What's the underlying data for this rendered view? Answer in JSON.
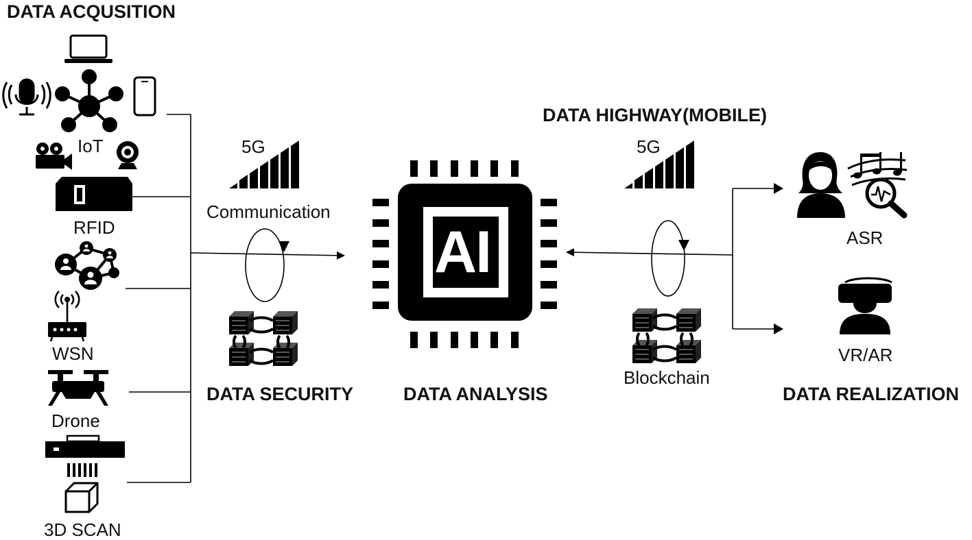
{
  "sections": {
    "acquisition": "DATA ACQUSITION",
    "highway": "DATA HIGHWAY(MOBILE)",
    "security": "DATA SECURITY",
    "analysis": "DATA ANALYSIS",
    "realization": "DATA REALIZATION"
  },
  "sources": {
    "iot": "IoT",
    "rfid": "RFID",
    "wsn": "WSN",
    "drone": "Drone",
    "scan": "3D SCAN"
  },
  "left_link": {
    "signal": "5G",
    "method": "Communication"
  },
  "right_link": {
    "signal": "5G",
    "method": "Blockchain"
  },
  "processor": {
    "label": "AI"
  },
  "outputs": {
    "asr": "ASR",
    "vrar": "VR/AR"
  },
  "icons": {
    "laptop": "laptop-icon",
    "microphone": "microphone-icon",
    "hub": "iot-hub-icon",
    "phone": "smartphone-icon",
    "camera": "video-camera-icon",
    "webcam": "webcam-icon",
    "rfid": "rfid-reader-icon",
    "network": "sensor-network-icon",
    "router": "wireless-router-icon",
    "drone": "drone-icon",
    "scanner": "3d-scanner-icon",
    "cube": "cube-icon",
    "signal": "signal-bars-icon",
    "cycle": "cycle-arrow-icon",
    "chain": "blockchain-icon",
    "chip": "ai-chip-icon",
    "person": "person-audio-icon",
    "vr": "vr-headset-icon"
  }
}
